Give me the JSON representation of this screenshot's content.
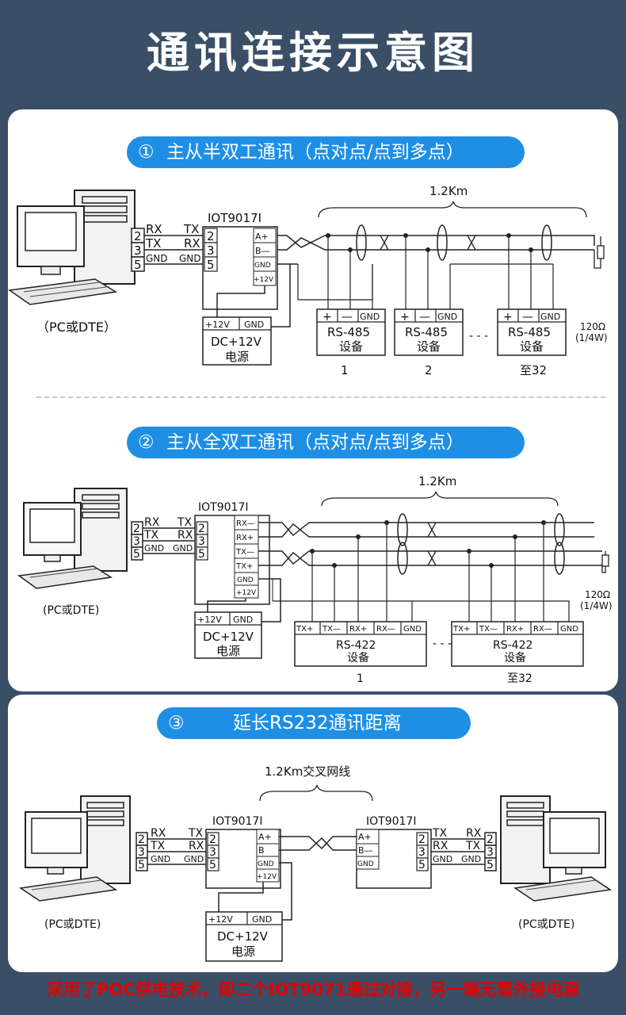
{
  "page_title": "通讯连接示意图",
  "sections": [
    {
      "number": "①",
      "label": "主从半双工通讯（点对点/点到多点）"
    },
    {
      "number": "②",
      "label": "主从全双工通讯（点对点/点到多点）"
    },
    {
      "number": "③",
      "label": "延长RS232通讯距离"
    }
  ],
  "pc_label": "（PC或DTE）",
  "pc_label_short": "(PC或DTE)",
  "module_name": "IOT9017I",
  "distance": "1.2Km",
  "distance_cross": "1.2Km交叉网线",
  "pins": {
    "p2": "2",
    "p3": "3",
    "p5": "5"
  },
  "signals": {
    "rx": "RX",
    "tx": "TX",
    "gnd": "GND"
  },
  "terminals_485": {
    "a": "A+",
    "b": "B—",
    "b_plain": "B",
    "gnd": "GND",
    "v12": "+12V"
  },
  "terminals_422": {
    "rx_minus": "RX—",
    "rx_plus": "RX+",
    "tx_minus": "TX—",
    "tx_plus": "TX+",
    "gnd": "GND",
    "v12": "+12V"
  },
  "power": {
    "plus12": "+12V",
    "gnd": "GND",
    "line1": "DC+12V",
    "line2": "电源"
  },
  "device_485": {
    "plus": "+",
    "minus": "—",
    "gnd": "GND",
    "name": "RS-485",
    "sub": "设备",
    "ids": [
      "1",
      "2",
      "至32"
    ]
  },
  "device_422": {
    "tx_plus": "TX+",
    "tx_minus": "TX—",
    "rx_plus": "RX+",
    "rx_minus": "RX—",
    "gnd": "GND",
    "name": "RS-422",
    "sub": "设备",
    "ids": [
      "1",
      "至32"
    ]
  },
  "resistor": {
    "value": "120Ω",
    "rating": "(1/4W)"
  },
  "ellipsis": "- - -",
  "footnote": "采用了POC供电技术，即二个IOT9071通过对接，另一端无需外接电源",
  "colors": {
    "background": "#3a4f66",
    "card": "#ffffff",
    "pill": "#1f8fe5",
    "footnote": "#e60000"
  }
}
